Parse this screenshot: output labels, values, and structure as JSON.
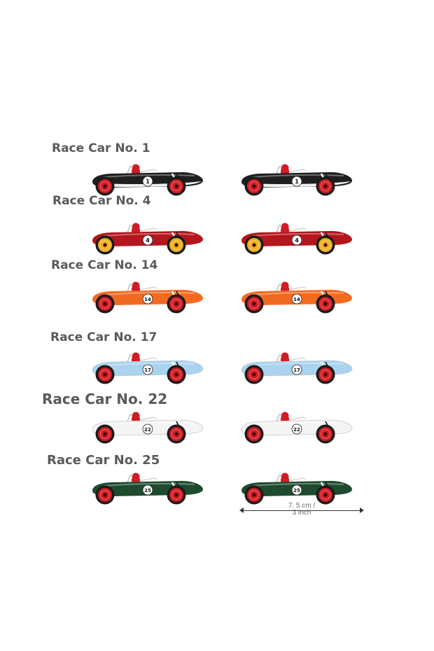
{
  "cars": [
    {
      "label": "Race Car No. 1",
      "number": "1",
      "body": "#1f1f1f",
      "accent": "#f2f2f2",
      "hub": "#d21c24"
    },
    {
      "label": "Race Car No. 4",
      "number": "4",
      "body": "#b3161c",
      "accent": "#b3161c",
      "hub": "#f0b020"
    },
    {
      "label": "Race Car No. 14",
      "number": "14",
      "body": "#f26a21",
      "accent": "#f26a21",
      "hub": "#d21c24"
    },
    {
      "label": "Race Car No. 17",
      "number": "17",
      "body": "#a9d3ef",
      "accent": "#a9d3ef",
      "hub": "#d21c24"
    },
    {
      "label": "Race Car No. 22",
      "number": "22",
      "body": "#f4f4f4",
      "accent": "#f4f4f4",
      "hub": "#d21c24"
    },
    {
      "label": "Race Car No. 25",
      "number": "25",
      "body": "#1e4a2e",
      "accent": "#1e4a2e",
      "hub": "#d21c24"
    }
  ],
  "dimension": {
    "line1": "7. 5 cm /",
    "line2": "3 inch"
  }
}
